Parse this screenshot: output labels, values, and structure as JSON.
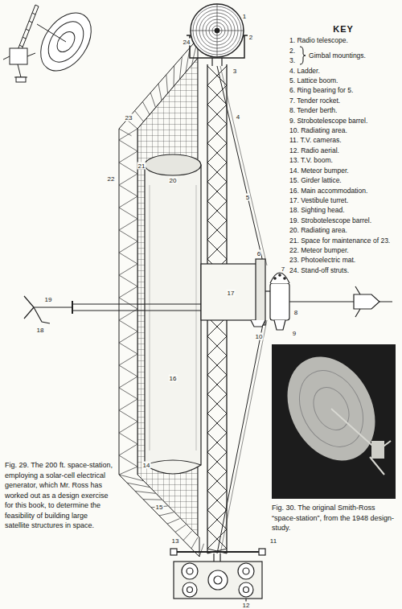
{
  "diagram": {
    "caption": "Fig. 29. The 200 ft. space-station, employing a solar-cell electrical generator, which Mr. Ross has worked out as a design exercise for this book, to determine the feasibility of building large satellite structures in space.",
    "nodes": [
      {
        "text": [
          "Fig. 30. The original Smith-Ross “space-station”, from the 1948 design-study."
        ]
      }
    ],
    "labels": [
      "KEY",
      "1. Radio telescope.",
      "2.",
      "3.",
      "Gimbal mountings.",
      "4. Ladder.",
      "5. Lattice boom.",
      "6. Ring bearing for 5.",
      "7. Tender rocket.",
      "8. Tender berth.",
      "9. Strobotelescope barrel.",
      "10. Radiating area.",
      "11. T.V. cameras.",
      "12. Radio aerial.",
      "13. T.V. boom.",
      "14. Meteor bumper.",
      "15. Girder lattice.",
      "16. Main accommodation.",
      "17. Vestibule turret.",
      "18. Sighting head.",
      "19. Strobotelescope barrel.",
      "20. Radiating area.",
      "21. Space for maintenance of 23.",
      "22. Meteor bumper.",
      "23. Photoelectric mat.",
      "24. Stand-off struts.",
      "1",
      "2",
      "3",
      "4",
      "5",
      "6",
      "7",
      "8",
      "9",
      "10",
      "11",
      "12",
      "13",
      "14",
      "15",
      "16",
      "17",
      "18",
      "19",
      "20",
      "21",
      "22",
      "23",
      "24"
    ]
  }
}
